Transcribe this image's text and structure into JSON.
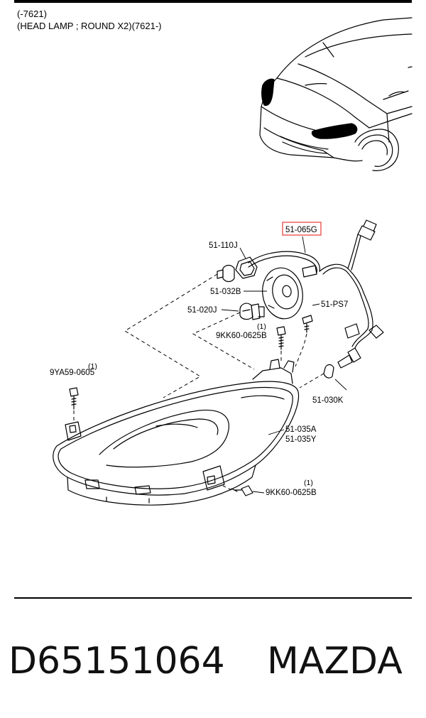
{
  "header": {
    "line1": "(-7621)",
    "line2": "(HEAD LAMP ; ROUND X2)(7621-)"
  },
  "callouts": {
    "harness": "51-065G",
    "socket_110": "51-110J",
    "cover": "51-032B",
    "bulb_main": "51-020J",
    "screw_ps7": "51-PS7",
    "bolt_top": "9KK60-0625B",
    "bolt_top_qty": "(1)",
    "bolt_left": "9YA59-0605",
    "bolt_left_qty": "(1)",
    "bulb_side": "51-030K",
    "lamp_left": "51-035A",
    "lamp_right": "51-035Y",
    "bolt_bottom": "9KK60-0625B",
    "bolt_bottom_qty": "(1)"
  },
  "highlight_color": "#e53935",
  "footer": {
    "part_number": "D65151064",
    "brand": "MAZDA"
  }
}
